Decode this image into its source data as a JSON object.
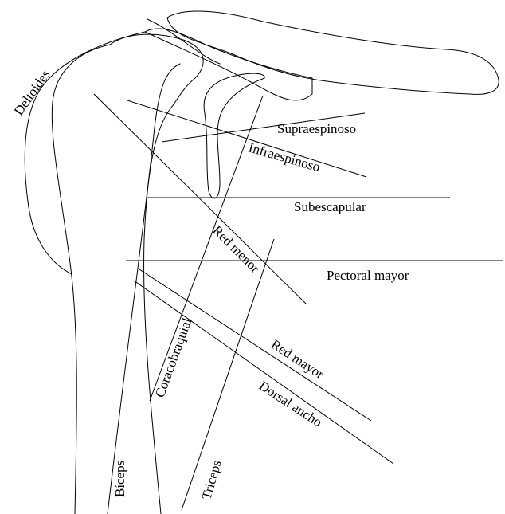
{
  "labels": {
    "deltoides": "Deltoides",
    "supraespinoso": "Supraespinoso",
    "infraespinoso": "Infraespinoso",
    "subescapular": "Subescapular",
    "red_menor": "Red menor",
    "pectoral_mayor": "Pectoral mayor",
    "coracobraquial": "Coracobraquial",
    "red_mayor": "Red mayor",
    "dorsal_ancho": "Dorsal ancho",
    "biceps": "Bíceps",
    "triceps": "Tríceps"
  },
  "colors": {
    "stroke": "#000000",
    "background": "#ffffff"
  }
}
